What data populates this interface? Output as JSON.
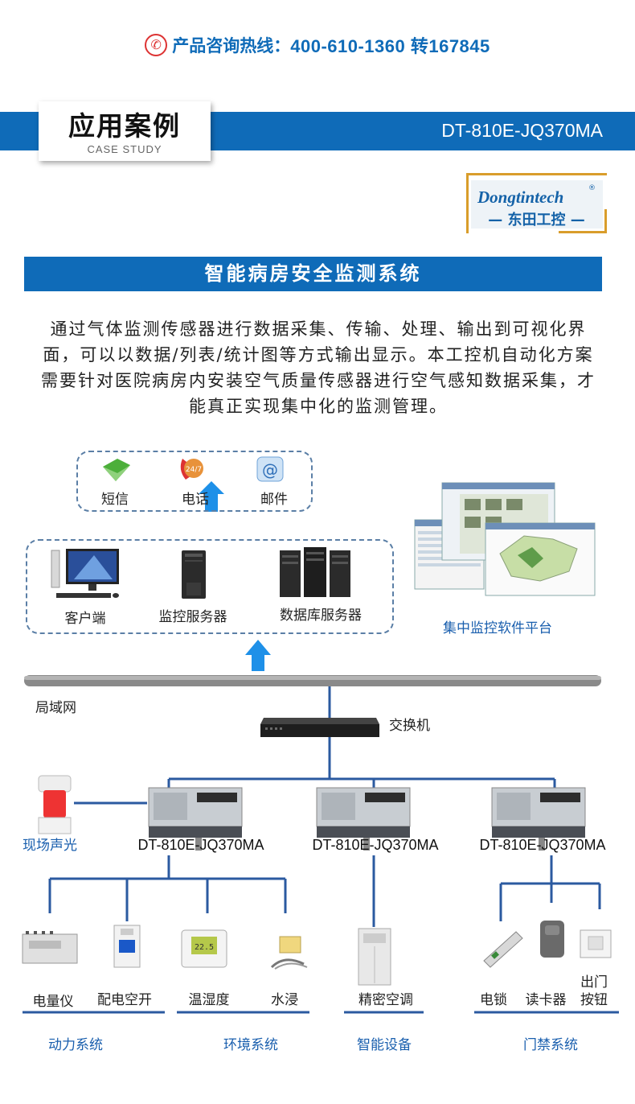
{
  "hotline": {
    "label": "产品咨询热线：",
    "number": "400-610-1360 转167845"
  },
  "header": {
    "case_title": "应用案例",
    "case_subtitle": "CASE STUDY",
    "model": "DT-810E-JQ370MA"
  },
  "logo": {
    "en": "Dongtintech",
    "cn": "— 东田工控 —",
    "reg": "®"
  },
  "section": {
    "title": "智能病房安全监测系统",
    "description": "通过气体监测传感器进行数据采集、传输、处理、输出到可视化界面，可以以数据/列表/统计图等方式输出显示。本工控机自动化方案需要针对医院病房内安装空气质量传感器进行空气感知数据采集，才能真正实现集中化的监测管理。"
  },
  "diagram": {
    "notify": [
      "短信",
      "电话",
      "邮件"
    ],
    "servers": [
      "客户端",
      "监控服务器",
      "数据库服务器"
    ],
    "software": "集中监控软件平台",
    "lan": "局域网",
    "switch": "交换机",
    "alarm": "现场声光",
    "computers": [
      "DT-810E-JQ370MA",
      "DT-810E-JQ370MA",
      "DT-810E-JQ370MA"
    ],
    "devices": [
      "电量仪",
      "配电空开",
      "温湿度",
      "水浸",
      "精密空调",
      "电锁",
      "读卡器",
      "出门按钮"
    ],
    "systems": [
      "动力系统",
      "环境系统",
      "智能设备",
      "门禁系统"
    ]
  },
  "colors": {
    "brand_blue": "#0f6bb8",
    "arrow_blue": "#1e90e8",
    "label_blue": "#1a5fae",
    "hotline_red": "#dd3333",
    "logo_gold": "#d99d2b"
  }
}
